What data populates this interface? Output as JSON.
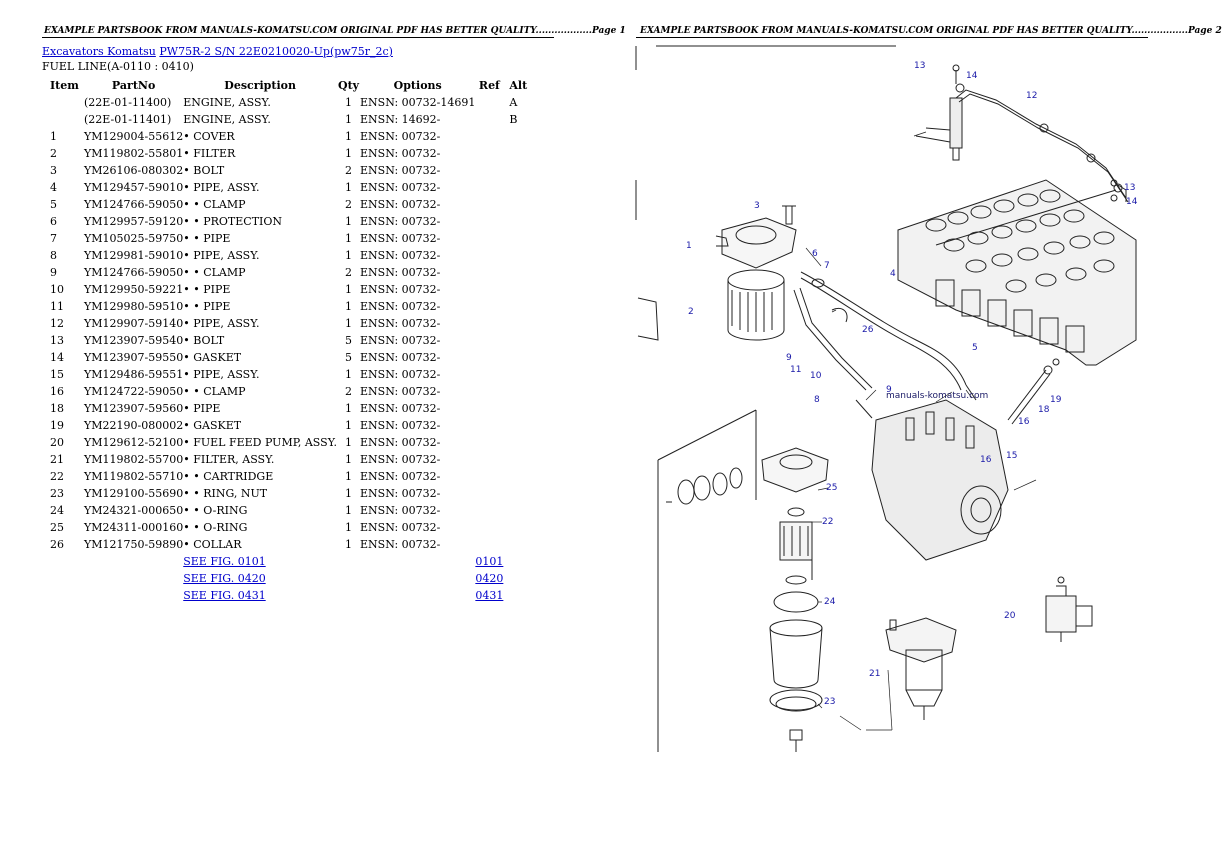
{
  "page_headers": [
    "EXAMPLE PARTSBOOK FROM MANUALS-KOMATSU.COM ORIGINAL PDF HAS BETTER QUALITY..................Page 1",
    "EXAMPLE PARTSBOOK FROM MANUALS-KOMATSU.COM ORIGINAL PDF HAS BETTER QUALITY..................Page 2"
  ],
  "breadcrumb": {
    "brand_link": "Excavators Komatsu",
    "model_link": "PW75R-2 S/N 22E0210020-Up(pw75r_2c)"
  },
  "section_title": "FUEL LINE(A-0110 : 0410)",
  "columns": [
    "Item",
    "PartNo",
    "Description",
    "Qty",
    "Options",
    "Ref",
    "Alt"
  ],
  "rows": [
    {
      "item": "",
      "part": "(22E-01-11400)",
      "desc": "ENGINE, ASSY.",
      "qty": "1",
      "opt": "ENSN: 00732-14691",
      "ref": "",
      "alt": "A"
    },
    {
      "item": "",
      "part": "(22E-01-11401)",
      "desc": "ENGINE, ASSY.",
      "qty": "1",
      "opt": "ENSN: 14692-",
      "ref": "",
      "alt": "B"
    },
    {
      "item": "1",
      "part": "YM129004-55612",
      "desc": "• COVER",
      "qty": "1",
      "opt": "ENSN: 00732-",
      "ref": "",
      "alt": ""
    },
    {
      "item": "2",
      "part": "YM119802-55801",
      "desc": "• FILTER",
      "qty": "1",
      "opt": "ENSN: 00732-",
      "ref": "",
      "alt": ""
    },
    {
      "item": "3",
      "part": "YM26106-080302",
      "desc": "• BOLT",
      "qty": "2",
      "opt": "ENSN: 00732-",
      "ref": "",
      "alt": ""
    },
    {
      "item": "4",
      "part": "YM129457-59010",
      "desc": "• PIPE, ASSY.",
      "qty": "1",
      "opt": "ENSN: 00732-",
      "ref": "",
      "alt": ""
    },
    {
      "item": "5",
      "part": "YM124766-59050",
      "desc": "• • CLAMP",
      "qty": "2",
      "opt": "ENSN: 00732-",
      "ref": "",
      "alt": ""
    },
    {
      "item": "6",
      "part": "YM129957-59120",
      "desc": "• • PROTECTION",
      "qty": "1",
      "opt": "ENSN: 00732-",
      "ref": "",
      "alt": ""
    },
    {
      "item": "7",
      "part": "YM105025-59750",
      "desc": "• • PIPE",
      "qty": "1",
      "opt": "ENSN: 00732-",
      "ref": "",
      "alt": ""
    },
    {
      "item": "8",
      "part": "YM129981-59010",
      "desc": "• PIPE, ASSY.",
      "qty": "1",
      "opt": "ENSN: 00732-",
      "ref": "",
      "alt": ""
    },
    {
      "item": "9",
      "part": "YM124766-59050",
      "desc": "• • CLAMP",
      "qty": "2",
      "opt": "ENSN: 00732-",
      "ref": "",
      "alt": ""
    },
    {
      "item": "10",
      "part": "YM129950-59221",
      "desc": "• • PIPE",
      "qty": "1",
      "opt": "ENSN: 00732-",
      "ref": "",
      "alt": ""
    },
    {
      "item": "11",
      "part": "YM129980-59510",
      "desc": "• • PIPE",
      "qty": "1",
      "opt": "ENSN: 00732-",
      "ref": "",
      "alt": ""
    },
    {
      "item": "12",
      "part": "YM129907-59140",
      "desc": "• PIPE, ASSY.",
      "qty": "1",
      "opt": "ENSN: 00732-",
      "ref": "",
      "alt": ""
    },
    {
      "item": "13",
      "part": "YM123907-59540",
      "desc": "• BOLT",
      "qty": "5",
      "opt": "ENSN: 00732-",
      "ref": "",
      "alt": ""
    },
    {
      "item": "14",
      "part": "YM123907-59550",
      "desc": "• GASKET",
      "qty": "5",
      "opt": "ENSN: 00732-",
      "ref": "",
      "alt": ""
    },
    {
      "item": "15",
      "part": "YM129486-59551",
      "desc": "• PIPE, ASSY.",
      "qty": "1",
      "opt": "ENSN: 00732-",
      "ref": "",
      "alt": ""
    },
    {
      "item": "16",
      "part": "YM124722-59050",
      "desc": "• • CLAMP",
      "qty": "2",
      "opt": "ENSN: 00732-",
      "ref": "",
      "alt": ""
    },
    {
      "item": "18",
      "part": "YM123907-59560",
      "desc": "• PIPE",
      "qty": "1",
      "opt": "ENSN: 00732-",
      "ref": "",
      "alt": ""
    },
    {
      "item": "19",
      "part": "YM22190-080002",
      "desc": "• GASKET",
      "qty": "1",
      "opt": "ENSN: 00732-",
      "ref": "",
      "alt": ""
    },
    {
      "item": "20",
      "part": "YM129612-52100",
      "desc": "• FUEL FEED PUMP, ASSY.",
      "qty": "1",
      "opt": "ENSN: 00732-",
      "ref": "",
      "alt": ""
    },
    {
      "item": "21",
      "part": "YM119802-55700",
      "desc": "• FILTER, ASSY.",
      "qty": "1",
      "opt": "ENSN: 00732-",
      "ref": "",
      "alt": ""
    },
    {
      "item": "22",
      "part": "YM119802-55710",
      "desc": "• • CARTRIDGE",
      "qty": "1",
      "opt": "ENSN: 00732-",
      "ref": "",
      "alt": ""
    },
    {
      "item": "23",
      "part": "YM129100-55690",
      "desc": "• • RING, NUT",
      "qty": "1",
      "opt": "ENSN: 00732-",
      "ref": "",
      "alt": ""
    },
    {
      "item": "24",
      "part": "YM24321-000650",
      "desc": "• • O-RING",
      "qty": "1",
      "opt": "ENSN: 00732-",
      "ref": "",
      "alt": ""
    },
    {
      "item": "25",
      "part": "YM24311-000160",
      "desc": "• • O-RING",
      "qty": "1",
      "opt": "ENSN: 00732-",
      "ref": "",
      "alt": ""
    },
    {
      "item": "26",
      "part": "YM121750-59890",
      "desc": "• COLLAR",
      "qty": "1",
      "opt": "ENSN: 00732-",
      "ref": "",
      "alt": ""
    }
  ],
  "see_figs": [
    {
      "label": "SEE FIG. 0101",
      "ref": "0101"
    },
    {
      "label": "SEE FIG. 0420",
      "ref": "0420"
    },
    {
      "label": "SEE FIG. 0431",
      "ref": "0431"
    }
  ],
  "diagram": {
    "watermark": "manuals-komatsu.com",
    "callouts": [
      "13",
      "14",
      "12",
      "13",
      "14",
      "3",
      "1",
      "2",
      "6",
      "7",
      "4",
      "5",
      "26",
      "9",
      "11",
      "10",
      "8",
      "9",
      "16",
      "18",
      "19",
      "15",
      "16",
      "25",
      "22",
      "24",
      "23",
      "20",
      "21"
    ]
  }
}
